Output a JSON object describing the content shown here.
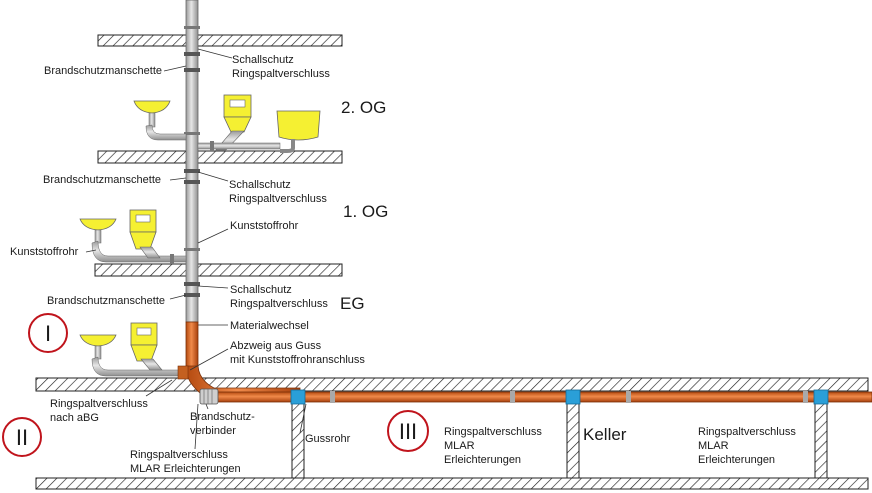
{
  "floor_labels": {
    "og2": "2. OG",
    "og1": "1. OG",
    "eg": "EG",
    "keller": "Keller"
  },
  "zone_labels": {
    "zone1": "I",
    "zone2": "II",
    "zone3": "III"
  },
  "labels": {
    "brandschutzmanschette_top": "Brandschutzmanschette",
    "schallschutz_top_1": "Schallschutz",
    "schallschutz_top_2": "Ringspaltverschluss",
    "brandschutzmanschette_mid": "Brandschutzmanschette",
    "schallschutz_mid_1": "Schallschutz",
    "schallschutz_mid_2": "Ringspaltverschluss",
    "kunststoffrohr_right": "Kunststoffrohr",
    "kunststoffrohr_left": "Kunststoffrohr",
    "brandschutzmanschette_low": "Brandschutzmanschette",
    "schallschutz_low_1": "Schallschutz",
    "schallschutz_low_2": "Ringspaltverschluss",
    "materialwechsel": "Materialwechsel",
    "abzweig_1": "Abzweig aus Guss",
    "abzweig_2": "mit Kunststoffrohranschluss",
    "ringspalt_abg_1": "Ringspaltverschluss",
    "ringspalt_abg_2": "nach aBG",
    "brandschutzverbinder_1": "Brandschutz-",
    "brandschutzverbinder_2": "verbinder",
    "gussrohr": "Gussrohr",
    "ringspalt_mlar_bottom_1": "Ringspaltverschluss",
    "ringspalt_mlar_bottom_2": "MLAR Erleichterungen",
    "ringspalt_mlar_mid_1": "Ringspaltverschluss",
    "ringspalt_mlar_mid_2": "MLAR",
    "ringspalt_mlar_mid_3": "Erleichterungen",
    "ringspalt_mlar_right_1": "Ringspaltverschluss",
    "ringspalt_mlar_right_2": "MLAR",
    "ringspalt_mlar_right_3": "Erleichterungen"
  },
  "colors": {
    "hatch": "#333333",
    "pipe_plastic": "#c8c8c8",
    "pipe_cast": "#d2691e",
    "fixture": "#f5f032",
    "seal_blue": "#2a9fd8",
    "zone_circle": "#c0141c"
  }
}
